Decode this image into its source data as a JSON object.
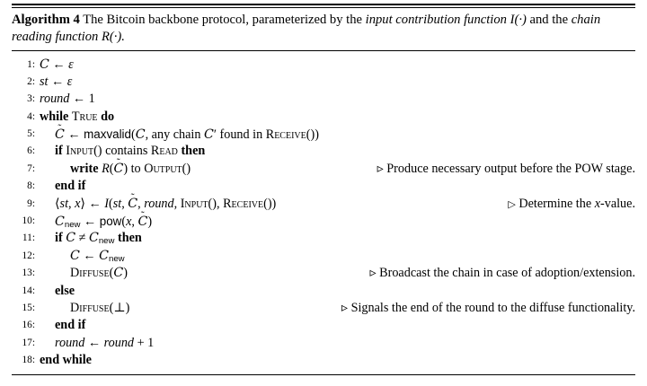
{
  "document": {
    "type": "algorithm-float",
    "caption": {
      "label": "Algorithm 4",
      "text_before_italic_1": " The Bitcoin backbone protocol, parameterized by the ",
      "italic_1": "input contribution function",
      "text_mid_1": " I(·)",
      "text_before_italic_2": " and the ",
      "italic_2": "chain reading function",
      "text_mid_2": " R(·).",
      "full_text": "Algorithm 4 The Bitcoin backbone protocol, parameterized by the input contribution function I(·) and the chain reading function R(·)."
    },
    "lines": [
      {
        "number": "1:",
        "indent": 0,
        "text": "C ← ε",
        "comment": ""
      },
      {
        "number": "2:",
        "indent": 0,
        "text": "st ← ε",
        "comment": ""
      },
      {
        "number": "3:",
        "indent": 0,
        "text": "round ← 1",
        "comment": ""
      },
      {
        "number": "4:",
        "indent": 0,
        "text": "while True do",
        "comment": ""
      },
      {
        "number": "5:",
        "indent": 1,
        "text": "C̃ ← maxvalid(C, any chain C′ found in Receive())",
        "comment": ""
      },
      {
        "number": "6:",
        "indent": 1,
        "text": "if Input() contains Read then",
        "comment": ""
      },
      {
        "number": "7:",
        "indent": 2,
        "text": "write R(C̃) to Output()",
        "comment": "▹ Produce necessary output before the POW stage."
      },
      {
        "number": "8:",
        "indent": 1,
        "text": "end if",
        "comment": ""
      },
      {
        "number": "9:",
        "indent": 1,
        "text": "⟨st, x⟩ ← I(st, C̃, round, Input(), Receive())",
        "comment": "▹ Determine the x-value."
      },
      {
        "number": "10:",
        "indent": 1,
        "text": "Cnew ← pow(x, C̃)",
        "comment": ""
      },
      {
        "number": "11:",
        "indent": 1,
        "text": "if C ≠ Cnew then",
        "comment": ""
      },
      {
        "number": "12:",
        "indent": 2,
        "text": "C ← Cnew",
        "comment": ""
      },
      {
        "number": "13:",
        "indent": 2,
        "text": "Diffuse(C)",
        "comment": "▹ Broadcast the chain in case of adoption/extension."
      },
      {
        "number": "14:",
        "indent": 1,
        "text": "else",
        "comment": ""
      },
      {
        "number": "15:",
        "indent": 2,
        "text": "Diffuse(⊥)",
        "comment": "▹ Signals the end of the round to the diffuse functionality."
      },
      {
        "number": "16:",
        "indent": 1,
        "text": "end if",
        "comment": ""
      },
      {
        "number": "17:",
        "indent": 1,
        "text": "round ← round + 1",
        "comment": ""
      },
      {
        "number": "18:",
        "indent": 0,
        "text": "end while",
        "comment": ""
      }
    ],
    "comments": {
      "line7": "▹ Produce necessary output before the POW stage.",
      "line9": "▹ Determine the x-value.",
      "line13": "▹ Broadcast the chain in case of adoption/extension.",
      "line15": "▹ Signals the end of the round to the diffuse functionality."
    },
    "symbols": {
      "assign": "←",
      "epsilon": "ε",
      "neq": "≠",
      "bottom": "⊥",
      "triangle": "▹",
      "angle_open": "⟨",
      "angle_close": "⟩",
      "cdot": "·",
      "prime": "′"
    },
    "keywords": [
      "while",
      "do",
      "if",
      "then",
      "else",
      "end if",
      "end while",
      "write"
    ],
    "procedures": [
      "maxvalid",
      "pow",
      "Receive",
      "Input",
      "Read",
      "Output",
      "Diffuse"
    ],
    "colors": {
      "background": "#ffffff",
      "text": "#000000",
      "rule": "#000000"
    }
  }
}
